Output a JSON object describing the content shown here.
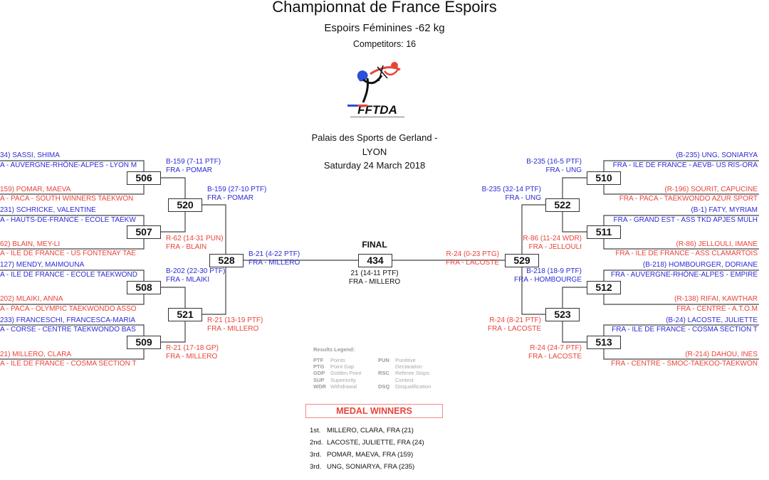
{
  "header": {
    "title": "Championnat de France Espoirs",
    "subtitle": "Espoirs Féminines -62 kg",
    "competitors": "Competitors: 16",
    "logo_text": "FFTDA",
    "venue_line1": "Palais des Sports de Gerland -",
    "venue_line2": "LYON",
    "date": "Saturday 24 March 2018"
  },
  "colors": {
    "blue": "#2b2bd6",
    "red": "#e8443a"
  },
  "left_competitors": [
    {
      "name": "34) SASSI, SHIMA",
      "club": "A - AUVERGNE-RHÔNE-ALPES - LYON M",
      "corner": "blue"
    },
    {
      "name": "159) POMAR, MAEVA",
      "club": "A - PACA - SOUTH WINNERS TAEKWON",
      "corner": "red"
    },
    {
      "name": "231) SCHRICKE, VALENTINE",
      "club": "A - HAUTS-DE-FRANCE - ECOLE TAEKW",
      "corner": "blue"
    },
    {
      "name": "62) BLAIN, MEY-LI",
      "club": "A - ILE DE FRANCE - US FONTENAY TAE",
      "corner": "red"
    },
    {
      "name": "127) MENDY, MAIMOUNA",
      "club": "A - ILE DE FRANCE - ECOLE TAEKWOND",
      "corner": "blue"
    },
    {
      "name": "202) MLAIKI, ANNA",
      "club": "A - PACA - OLYMPIC TAEKWONDO ASSO",
      "corner": "red"
    },
    {
      "name": "233) FRANCESCHI, FRANCESCA-MARIA",
      "club": "A - CORSE - CENTRE TAEKWONDO BAS",
      "corner": "blue"
    },
    {
      "name": "21) MILLERO, CLARA",
      "club": "A - ILE DE FRANCE - COSMA SECTION T",
      "corner": "red"
    }
  ],
  "right_competitors": [
    {
      "name": "(B-235) UNG, SONIARYA",
      "club": "FRA - ILE DE FRANCE - AEVB- US RIS-ORA",
      "corner": "blue"
    },
    {
      "name": "(R-196) SOURIT, CAPUCINE",
      "club": "FRA - PACA - TAEKWONDO AZUR SPORT",
      "corner": "red"
    },
    {
      "name": "(B-1) FATY, MYRIAM",
      "club": "FRA - GRAND EST - ASS TKD APJES MULH",
      "corner": "blue"
    },
    {
      "name": "(R-86) JELLOULI, IMANE",
      "club": "FRA - ILE DE FRANCE -  ASS CLAMARTOIS",
      "corner": "red"
    },
    {
      "name": "(B-218) HOMBOURGER, DORIANE",
      "club": "FRA - AUVERGNE-RHÔNE-ALPES - EMPIRE",
      "corner": "blue"
    },
    {
      "name": "(R-138) RIFAI, KAWTHAR",
      "club": "FRA - CENTRE - A.T.O.M",
      "corner": "red"
    },
    {
      "name": "(B-24) LACOSTE, JULIETTE",
      "club": "FRA - ILE DE FRANCE - COSMA SECTION T",
      "corner": "blue"
    },
    {
      "name": "(R-214) DAHOU, INES",
      "club": "FRA - CENTRE - SMOC-TAEKOO-TAEKWON",
      "corner": "red"
    }
  ],
  "matches": {
    "m506": {
      "number": "506",
      "result": "B-159 (7-11 PTF)",
      "winner": "FRA - POMAR"
    },
    "m507": {
      "number": "507",
      "result": "R-62 (14-31 PUN)",
      "winner": "FRA - BLAIN"
    },
    "m508": {
      "number": "508",
      "result": "B-202 (22-30 PTF)",
      "winner": "FRA - MLAIKI"
    },
    "m509": {
      "number": "509",
      "result": "R-21 (17-18 GP)",
      "winner": "FRA - MILLERO"
    },
    "m520": {
      "number": "520",
      "result": "B-159 (27-10 PTF)",
      "winner": "FRA - POMAR"
    },
    "m521": {
      "number": "521",
      "result": "R-21 (13-19 PTF)",
      "winner": "FRA - MILLERO"
    },
    "m528": {
      "number": "528",
      "result": "B-21 (4-22 PTF)",
      "winner": "FRA - MILLERO"
    },
    "m510": {
      "number": "510",
      "result": "B-235 (16-5 PTF)",
      "winner": "FRA - UNG"
    },
    "m511": {
      "number": "511",
      "result": "R-86 (11-24 WDR)",
      "winner": "FRA - JELLOULI"
    },
    "m512": {
      "number": "512",
      "result": "B-218 (18-9 PTF)",
      "winner": "FRA - HOMBOURGE"
    },
    "m513": {
      "number": "513",
      "result": "R-24 (24-7 PTF)",
      "winner": "FRA - LACOSTE"
    },
    "m522": {
      "number": "522",
      "result": "B-235 (32-14 PTF)",
      "winner": "FRA - UNG"
    },
    "m523": {
      "number": "523",
      "result": "R-24 (8-21 PTF)",
      "winner": "FRA - LACOSTE"
    },
    "m529": {
      "number": "529",
      "result": "R-24 (0-23 PTG)",
      "winner": "FRA - LACOSTE"
    },
    "final": {
      "label": "FINAL",
      "number": "434",
      "result": "21 (14-11 PTF)",
      "winner": "FRA - MILLERO"
    }
  },
  "legend": {
    "title": "Results Legend:",
    "items": [
      {
        "code": "PTF",
        "desc": "Points"
      },
      {
        "code": "PTG",
        "desc": "Point Gap"
      },
      {
        "code": "GDP",
        "desc": "Golden Point"
      },
      {
        "code": "SUP",
        "desc": "Superiority"
      },
      {
        "code": "WDR",
        "desc": "Withdrawal"
      },
      {
        "code": "PUN",
        "desc": "Puntitive"
      },
      {
        "code": "",
        "desc": "Declaration"
      },
      {
        "code": "RSC",
        "desc": "Referee Stops"
      },
      {
        "code": "",
        "desc": "Contest"
      },
      {
        "code": "DSQ",
        "desc": "Disqualification"
      }
    ]
  },
  "medals": {
    "title": "MEDAL WINNERS",
    "list": [
      {
        "place": "1st.",
        "name": "MILLERO, CLARA, FRA (21)"
      },
      {
        "place": "2nd.",
        "name": "LACOSTE, JULIETTE, FRA (24)"
      },
      {
        "place": "3rd.",
        "name": "POMAR, MAEVA, FRA (159)"
      },
      {
        "place": "3rd.",
        "name": "UNG, SONIARYA, FRA (235)"
      }
    ]
  }
}
